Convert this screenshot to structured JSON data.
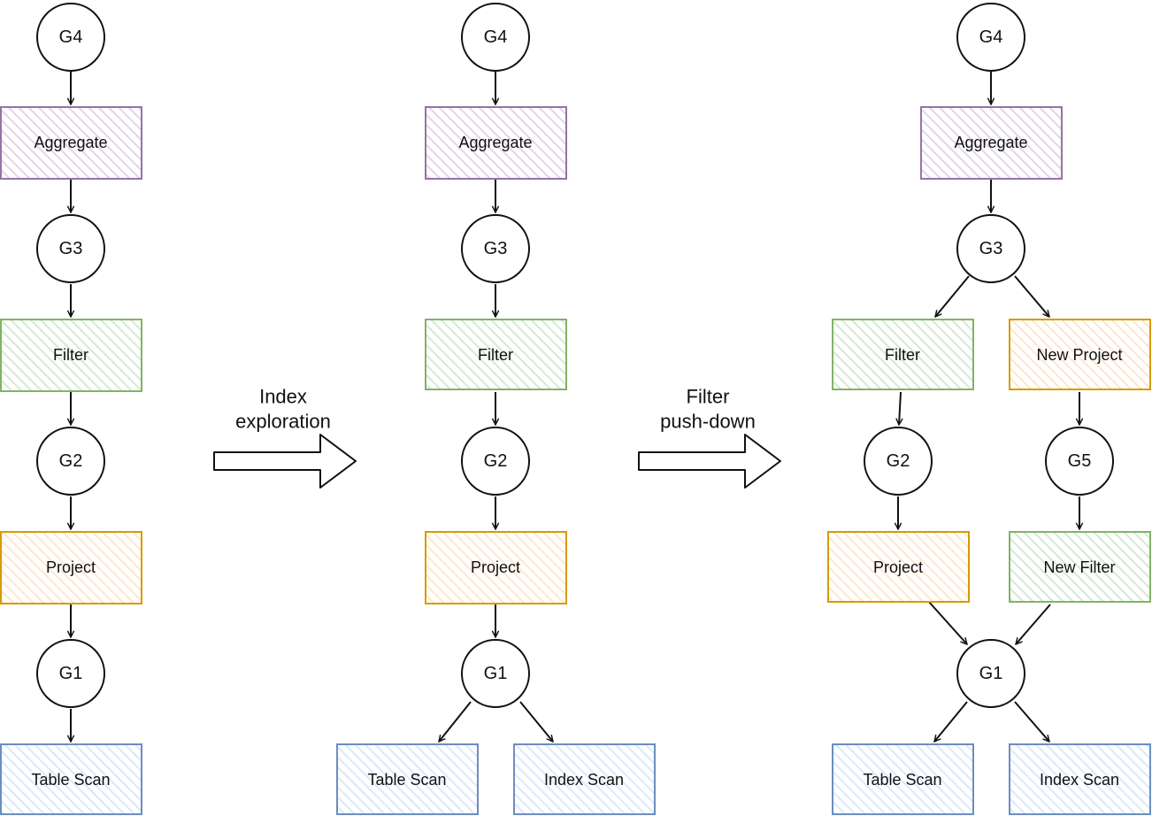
{
  "colors": {
    "stroke": "#111111",
    "purple": "#9673a6",
    "purple_fill": "#e1d5e7",
    "green": "#82b366",
    "green_fill": "#d5e8d4",
    "orange": "#d79b00",
    "orange_fill": "#ffe6cc",
    "blue": "#6c8ebf",
    "blue_fill": "#dae8fc"
  },
  "transitions": [
    {
      "label_line1": "Index",
      "label_line2": "exploration"
    },
    {
      "label_line1": "Filter",
      "label_line2": "push-down"
    }
  ],
  "panels": [
    {
      "groups": [
        "G4",
        "G3",
        "G2",
        "G1"
      ],
      "operators": [
        "Aggregate",
        "Filter",
        "Project",
        "Table Scan"
      ]
    },
    {
      "groups": [
        "G4",
        "G3",
        "G2",
        "G1"
      ],
      "operators": [
        "Aggregate",
        "Filter",
        "Project",
        "Table Scan",
        "Index Scan"
      ]
    },
    {
      "groups": [
        "G4",
        "G3",
        "G2",
        "G5",
        "G1"
      ],
      "operators": [
        "Aggregate",
        "Filter",
        "New Project",
        "Project",
        "New Filter",
        "Table Scan",
        "Index Scan"
      ]
    }
  ]
}
